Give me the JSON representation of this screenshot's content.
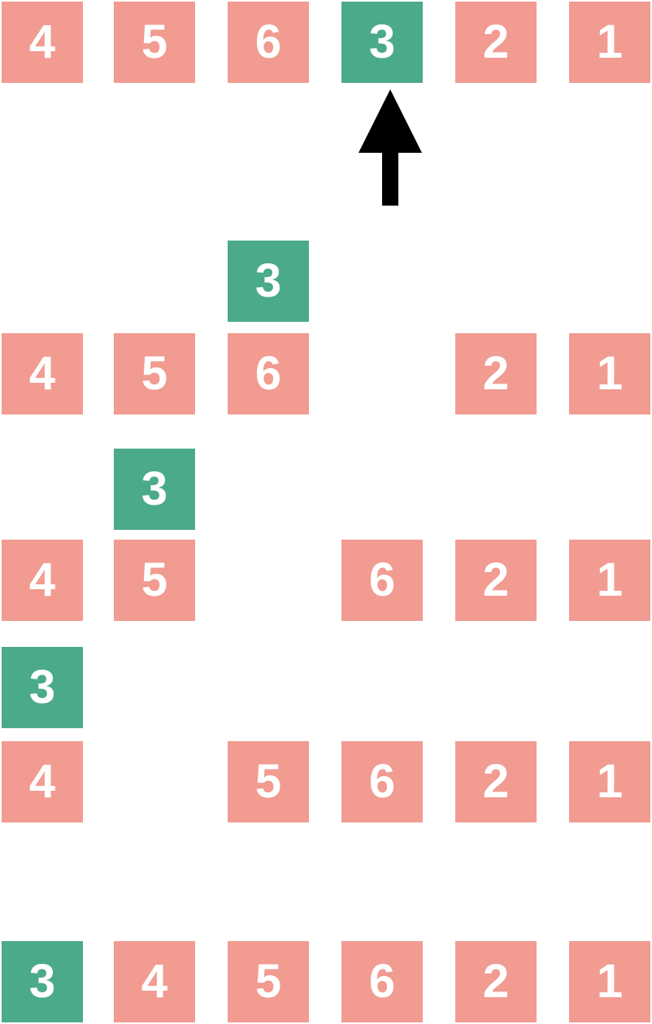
{
  "colors": {
    "default_tile": "#f19b91",
    "highlight_tile": "#4caa8c",
    "arrow": "#000000",
    "text": "#ffffff"
  },
  "diagram": {
    "step1": {
      "tiles": [
        "4",
        "5",
        "6",
        "3",
        "2",
        "1"
      ],
      "highlight_index": 3
    },
    "step2": {
      "lifted": "3",
      "tiles": [
        "4",
        "5",
        "6",
        "",
        "2",
        "1"
      ]
    },
    "step3": {
      "lifted": "3",
      "tiles": [
        "4",
        "5",
        "",
        "6",
        "2",
        "1"
      ]
    },
    "step4": {
      "lifted": "3",
      "tiles": [
        "4",
        "",
        "5",
        "6",
        "2",
        "1"
      ]
    },
    "step5": {
      "tiles": [
        "3",
        "4",
        "5",
        "6",
        "2",
        "1"
      ],
      "highlight_index": 0
    }
  },
  "icons": {
    "arrow": "up-arrow-icon"
  }
}
